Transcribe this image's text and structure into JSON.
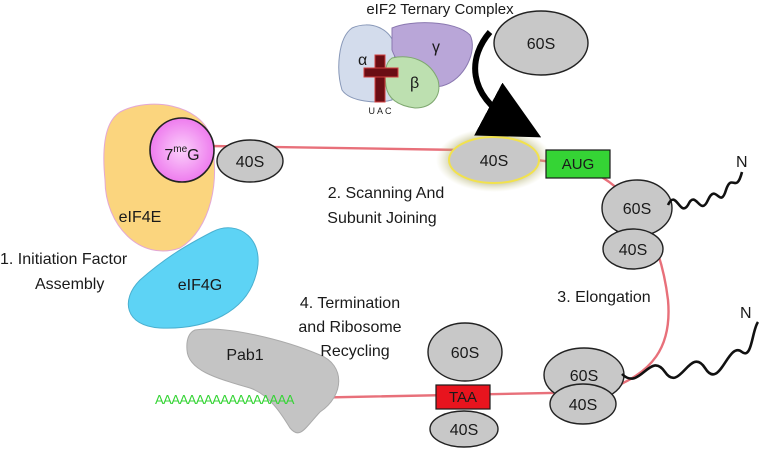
{
  "header": {
    "ternary_complex": "eIF2 Ternary Complex"
  },
  "subunits": {
    "alpha": "α",
    "gamma": "γ",
    "beta": "β",
    "anticodon": "U A C"
  },
  "factors": {
    "cap_prefix": "7",
    "cap_sup": "me",
    "cap_suffix": "G",
    "eif4e": "eIF4E",
    "eif4g": "eIF4G",
    "pab1": "Pab1",
    "polyA": "AAAAAAAAAAAAAAAAA"
  },
  "ribosomes": {
    "small": "40S",
    "large": "60S"
  },
  "codons": {
    "start": "AUG",
    "stop": "TAA"
  },
  "peptide": {
    "n_terminus": "N"
  },
  "steps": {
    "s1_line1": "1. Initiation Factor",
    "s1_line2": "Assembly",
    "s2_line1": "2. Scanning And",
    "s2_line2": "Subunit Joining",
    "s3": "3. Elongation",
    "s4_line1": "4. Termination",
    "s4_line2": "and Ribosome",
    "s4_line3": "Recycling"
  },
  "colors": {
    "mrna": "#e8707a",
    "ribosome_fill": "#c8c8c8",
    "eif4e": "#fbd57e",
    "cap": "#f08af0",
    "eif4g": "#5dd3f5",
    "pab1": "#c4c4c4",
    "polyA": "#35d435",
    "aug": "#35d435",
    "taa": "#e8141e",
    "alpha": "#d3dcec",
    "gamma": "#b9a6d8",
    "beta": "#bde0b0",
    "trna": "#6a0d14"
  }
}
